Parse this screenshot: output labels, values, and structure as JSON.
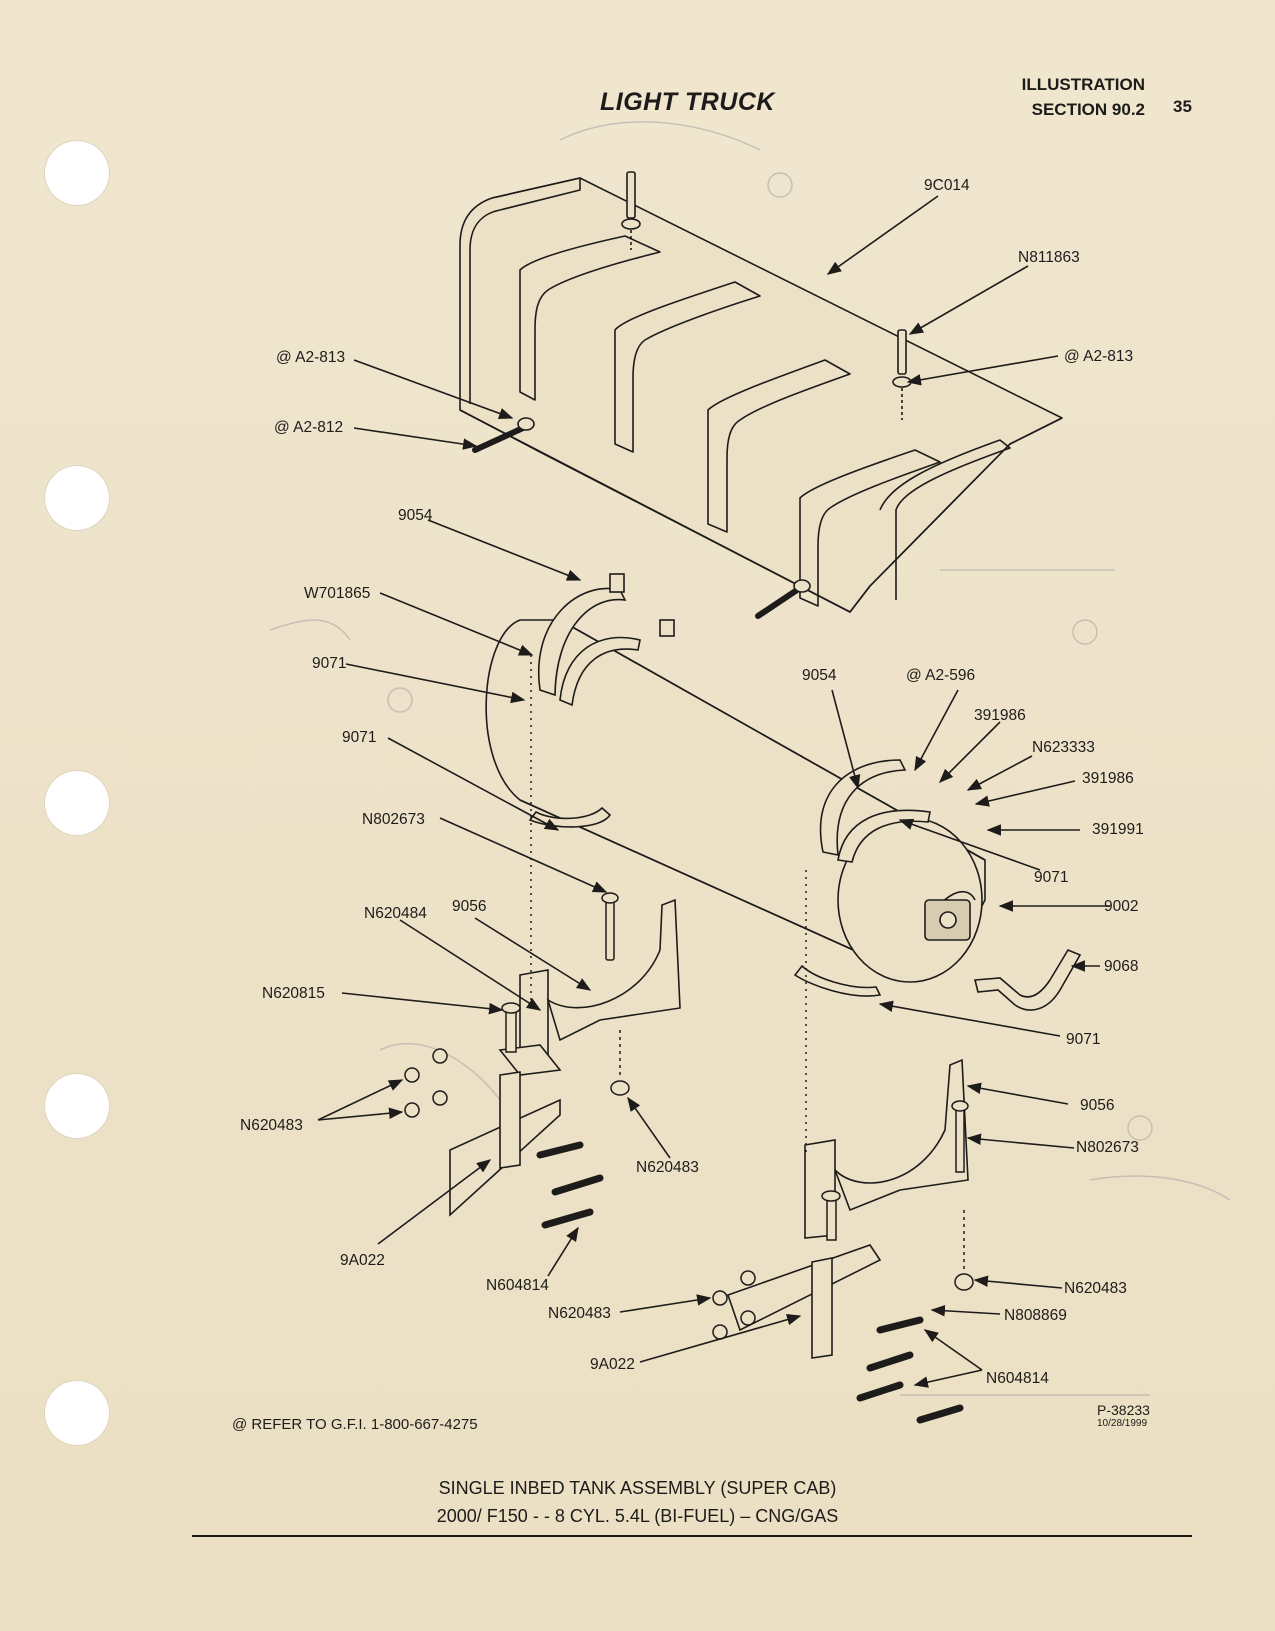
{
  "header": {
    "title": "LIGHT TRUCK",
    "illustration": "ILLUSTRATION",
    "section": "SECTION 90.2",
    "page_number": "35"
  },
  "callouts": [
    {
      "id": "9c014",
      "text": "9C014"
    },
    {
      "id": "n811863",
      "text": "N811863"
    },
    {
      "id": "a2-813-right",
      "text": "@ A2-813"
    },
    {
      "id": "a2-813-left",
      "text": "@ A2-813"
    },
    {
      "id": "a2-812",
      "text": "@ A2-812"
    },
    {
      "id": "9054-left",
      "text": "9054"
    },
    {
      "id": "w701865",
      "text": "W701865"
    },
    {
      "id": "9071-a",
      "text": "9071"
    },
    {
      "id": "9071-b",
      "text": "9071"
    },
    {
      "id": "9054-right",
      "text": "9054"
    },
    {
      "id": "a2-596",
      "text": "@ A2-596"
    },
    {
      "id": "391986-a",
      "text": "391986"
    },
    {
      "id": "n623333",
      "text": "N623333"
    },
    {
      "id": "391986-b",
      "text": "391986"
    },
    {
      "id": "391991",
      "text": "391991"
    },
    {
      "id": "n802673-a",
      "text": "N802673"
    },
    {
      "id": "9071-c",
      "text": "9071"
    },
    {
      "id": "n620484",
      "text": "N620484"
    },
    {
      "id": "9056-a",
      "text": "9056"
    },
    {
      "id": "9002",
      "text": "9002"
    },
    {
      "id": "9068",
      "text": "9068"
    },
    {
      "id": "n620815",
      "text": "N620815"
    },
    {
      "id": "9071-d",
      "text": "9071"
    },
    {
      "id": "9056-b",
      "text": "9056"
    },
    {
      "id": "n620483-a",
      "text": "N620483"
    },
    {
      "id": "n620483-b",
      "text": "N620483"
    },
    {
      "id": "n802673-b",
      "text": "N802673"
    },
    {
      "id": "9a022-a",
      "text": "9A022"
    },
    {
      "id": "n604814-a",
      "text": "N604814"
    },
    {
      "id": "n620483-c",
      "text": "N620483"
    },
    {
      "id": "n620483-d",
      "text": "N620483"
    },
    {
      "id": "n808869",
      "text": "N808869"
    },
    {
      "id": "9a022-b",
      "text": "9A022"
    },
    {
      "id": "n604814-b",
      "text": "N604814"
    }
  ],
  "footer": {
    "note": "@ REFER TO G.F.I.  1-800-667-4275",
    "ref_code": "P-38233",
    "ref_date": "10/28/1999",
    "caption_line1": "SINGLE INBED TANK ASSEMBLY (SUPER CAB)",
    "caption_line2": "2000/ F150 - - 8 CYL. 5.4L (BI-FUEL) – CNG/GAS"
  },
  "colors": {
    "paper": "#efe4cc",
    "ink": "#1e1c1a",
    "bleed_through": "#b9b3ad"
  }
}
